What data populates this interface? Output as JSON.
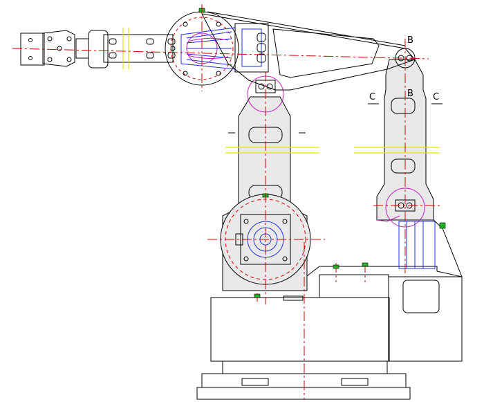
{
  "section_labels": {
    "b_top": "B",
    "b_mid": "B",
    "c_left": "C",
    "c_right": "C"
  },
  "colors": {
    "outline": "#000000",
    "centerline": "#d40000",
    "detail_blue": "#1f2fd6",
    "detail_magenta": "#c020c0",
    "hatch_yellow": "#e6e600",
    "marker_green": "#22b022",
    "body_fill": "#e9e9e9"
  }
}
